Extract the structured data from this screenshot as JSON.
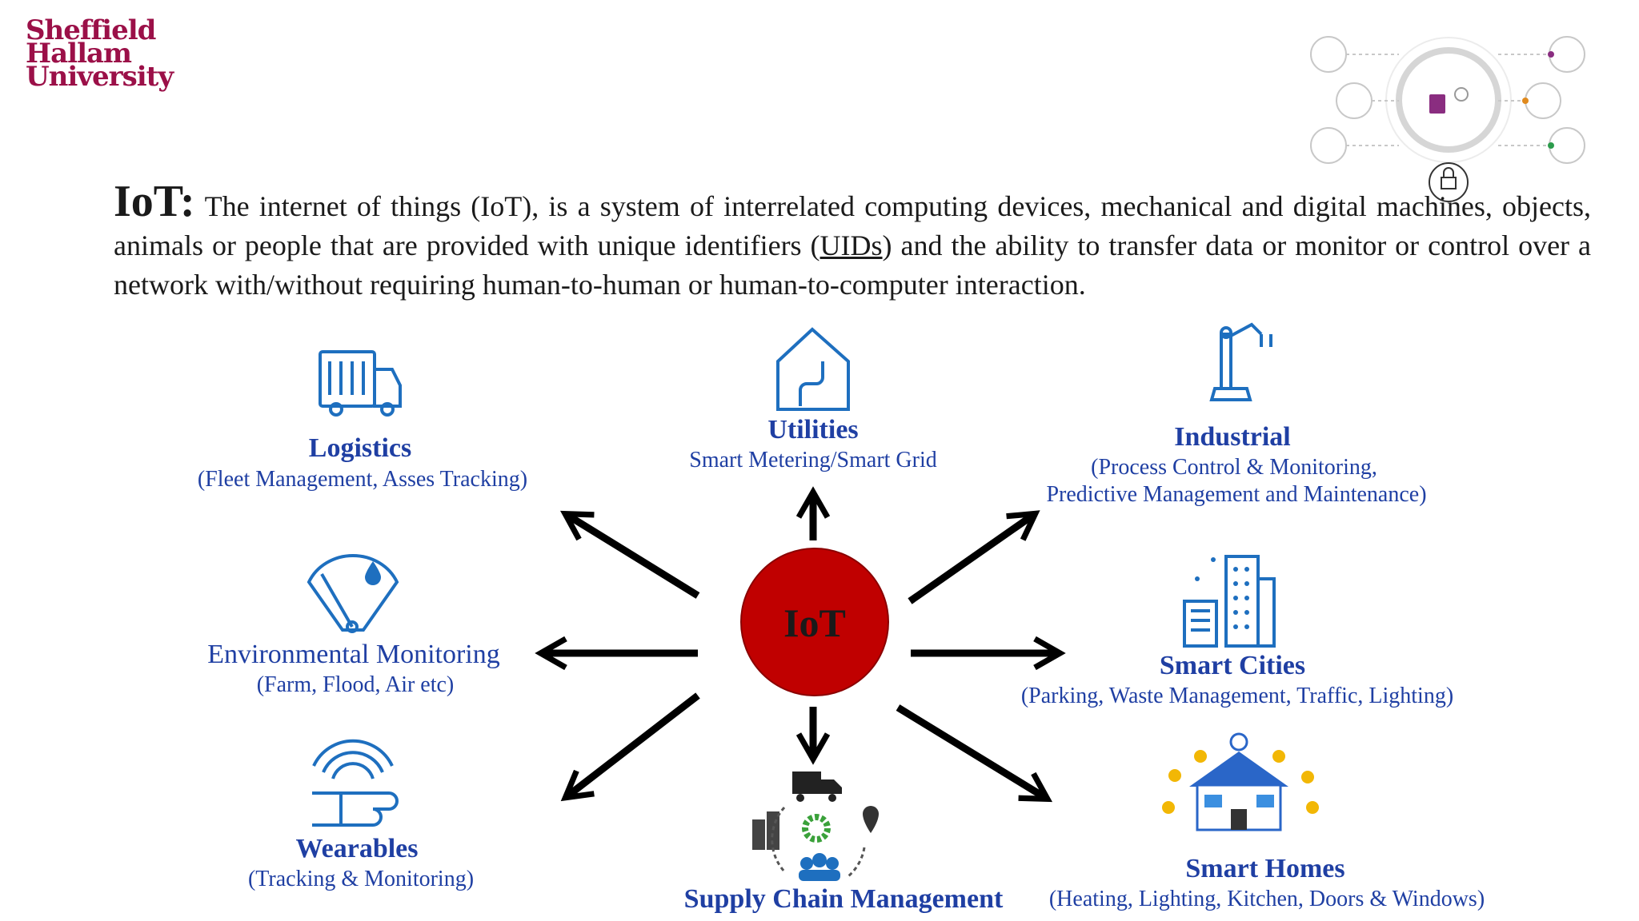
{
  "logo": {
    "lines": [
      "Sheffield",
      "Hallam",
      "University"
    ],
    "color": "#9b1048"
  },
  "intro": {
    "term": "IoT:",
    "text_before": "The internet of things (IoT), is a system of interrelated computing devices, mechanical and digital machines, objects, animals or people that are provided with unique identifiers (",
    "link": "UIDs",
    "text_after": ") and the ability to transfer data or monitor or control over a network with/without requiring human-to-human or human-to-computer interaction."
  },
  "hub": {
    "label": "IoT",
    "color": "#c00000"
  },
  "nodes": {
    "logistics": {
      "title": "Logistics",
      "desc": "(Fleet Management, Asses Tracking)",
      "icon": "truck-icon"
    },
    "utilities": {
      "title": "Utilities",
      "desc": "Smart Metering/Smart Grid",
      "icon": "house-pipe-icon"
    },
    "industrial": {
      "title": "Industrial",
      "desc": [
        "(Process Control & Monitoring,",
        "Predictive Management and Maintenance)"
      ],
      "icon": "robot-arm-icon"
    },
    "environmental": {
      "title": "Environmental Monitoring",
      "desc": "(Farm, Flood, Air etc)",
      "icon": "wiper-drop-icon"
    },
    "smart_cities": {
      "title": "Smart Cities",
      "desc": "(Parking, Waste Management, Traffic, Lighting)",
      "icon": "city-buildings-icon"
    },
    "wearables": {
      "title": "Wearables",
      "desc": "(Tracking & Monitoring)",
      "icon": "wrist-signal-icon"
    },
    "supply_chain": {
      "title": "Supply Chain Management",
      "icon": "supply-chain-icon"
    },
    "smart_homes": {
      "title": "Smart Homes",
      "desc": "(Heating, Lighting, Kitchen, Doors & Windows)",
      "icon": "smart-house-icon"
    }
  },
  "colors": {
    "label_blue": "#1f3fa3",
    "icon_blue": "#1e6fbf",
    "arrow": "#000000"
  }
}
